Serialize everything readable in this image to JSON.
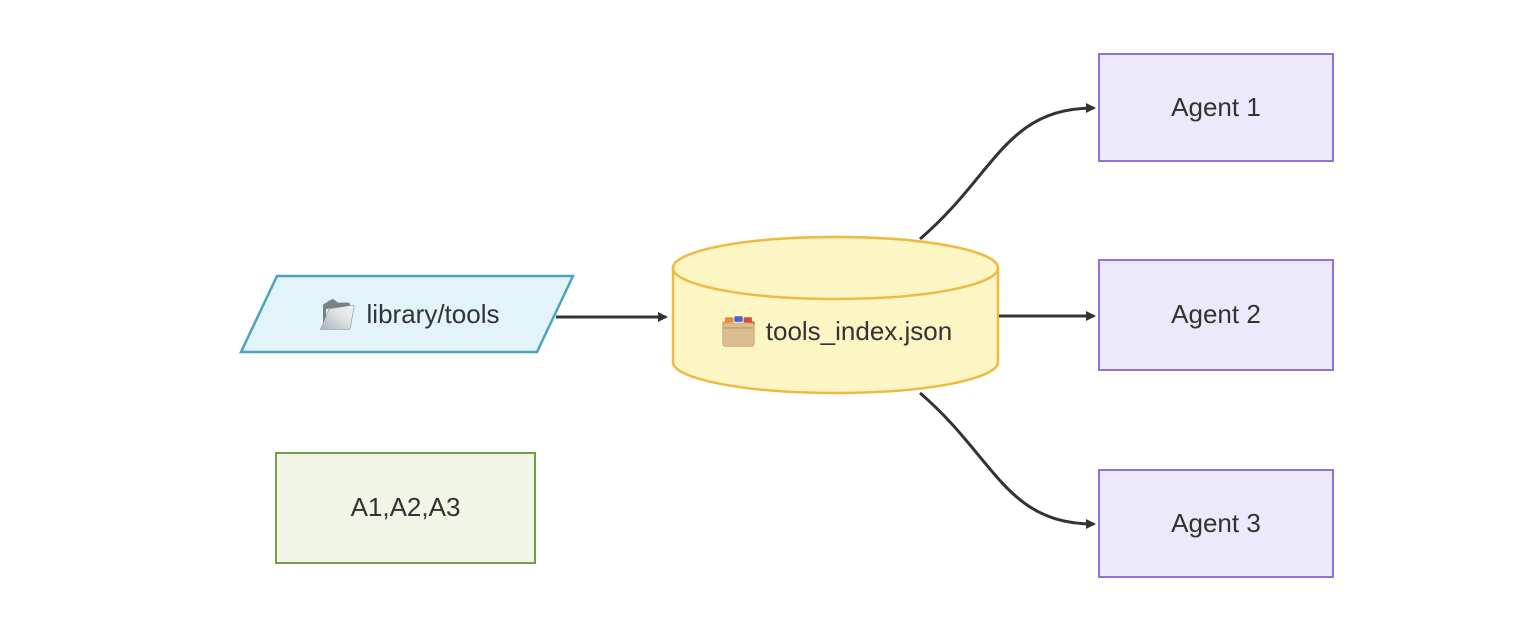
{
  "diagram": {
    "type": "flowchart",
    "background": "#ffffff",
    "edge_color": "#333333",
    "text_color": "#333333",
    "nodes": {
      "library": {
        "label": "library/tools",
        "icon": "open-folder-icon",
        "shape": "parallelogram",
        "fill": "#e2f3f9",
        "border": "#4ba3c3"
      },
      "tools_index": {
        "label": "tools_index.json",
        "icon": "card-file-box-icon",
        "shape": "cylinder",
        "fill": "#fcf5c4",
        "border": "#efba41"
      },
      "agent1": {
        "label": "Agent 1",
        "shape": "rectangle",
        "fill": "#ebe9fa",
        "border": "#9370db"
      },
      "agent2": {
        "label": "Agent 2",
        "shape": "rectangle",
        "fill": "#ebe9fa",
        "border": "#9370db"
      },
      "agent3": {
        "label": "Agent 3",
        "shape": "rectangle",
        "fill": "#ebe9fa",
        "border": "#9370db"
      },
      "agent_list": {
        "label": "A1,A2,A3",
        "shape": "rectangle",
        "fill": "#f0f5e6",
        "border": "#6f9e49"
      }
    },
    "edges": [
      {
        "from": "library",
        "to": "tools_index"
      },
      {
        "from": "tools_index",
        "to": "agent1"
      },
      {
        "from": "tools_index",
        "to": "agent2"
      },
      {
        "from": "tools_index",
        "to": "agent3"
      }
    ]
  }
}
